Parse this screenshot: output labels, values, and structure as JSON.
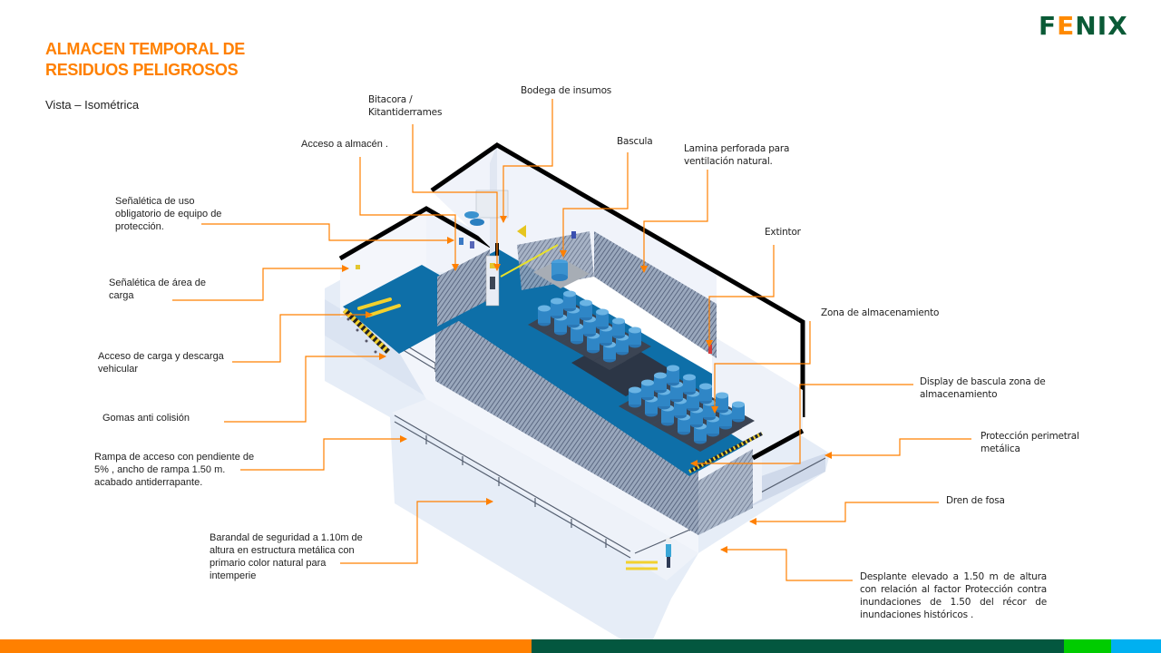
{
  "header": {
    "title_line1": "ALMACEN TEMPORAL DE",
    "title_line2": "RESIDUOS PELIGROSOS",
    "subtitle": "Vista – Isométrica",
    "logo_prefix": "F",
    "logo_e": "E",
    "logo_suffix": "NIX"
  },
  "labels": {
    "bitacora_l1": "Bitacora /",
    "bitacora_l2": "Kitantiderrames",
    "bodega": "Bodega de insumos",
    "acceso_almacen": "Acceso a almacén .",
    "bascula": "Bascula",
    "lamina_l1": "Lamina perforada  para",
    "lamina_l2": "ventilación natural.",
    "extintor": "Extintor",
    "zona_almacenamiento": "Zona de almacenamiento",
    "display_l1": "Display de bascula zona de",
    "display_l2": "almacenamiento",
    "proteccion_l1": "Protección perimetral",
    "proteccion_l2": "metálica",
    "dren": "Dren de fosa",
    "desplante": "Desplante elevado a 1.50 m de altura con relación al factor Protección contra inundaciones de 1.50 del récor de inundaciones históricos .",
    "senaletica_uso_l1": "Señalética de uso",
    "senaletica_uso_l2": "obligatorio de equipo de",
    "senaletica_uso_l3": "protección.",
    "senaletica_carga_l1": "Señalética de área de",
    "senaletica_carga_l2": "carga",
    "acceso_carga_l1": "Acceso de carga y descarga",
    "acceso_carga_l2": "vehicular",
    "gomas": "Gomas anti colisión",
    "rampa_l1": "Rampa de acceso con pendiente de",
    "rampa_l2": "5% , ancho de rampa 1.50 m.",
    "rampa_l3": "acabado antiderrapante.",
    "barandal_l1": "Barandal de seguridad a 1.10m de",
    "barandal_l2": "altura  en estructura metálica con",
    "barandal_l3": "primario color natural para",
    "barandal_l4": "intemperie"
  },
  "colors": {
    "accent": "#ff8000",
    "brand_green": "#03573f",
    "floor_blue": "#0e6fa8",
    "drum_blue": "#3a92cf",
    "footer": [
      "#ff8000",
      "#03573f",
      "#00cc00",
      "#00b0f0"
    ]
  }
}
